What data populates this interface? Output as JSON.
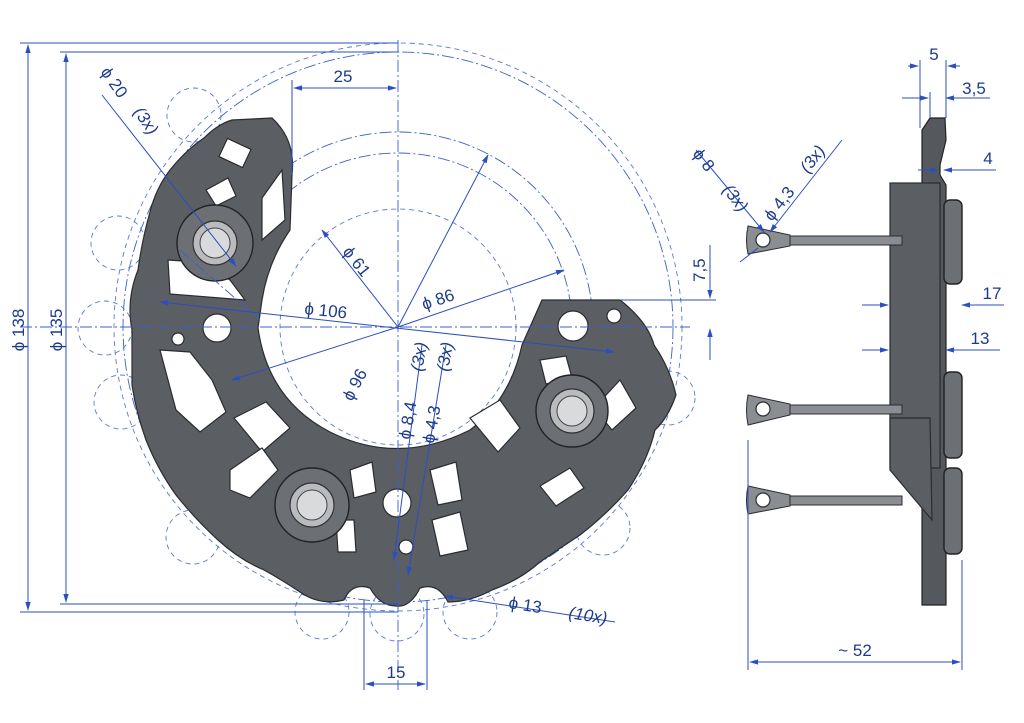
{
  "front_view": {
    "dims": {
      "d138": "ϕ 138",
      "d135": "ϕ 135",
      "d20": "ϕ 20",
      "d20_count": "(3x)",
      "w25": "25",
      "d61": "ϕ 61",
      "d106": "ϕ 106",
      "d86": "ϕ 86",
      "d96": "ϕ 96",
      "d84": "ϕ 8,4",
      "d84_count": "(3x)",
      "d43": "ϕ 4,3",
      "d43_count": "(3x)",
      "d13": "ϕ 13",
      "d13_count": "(10x)",
      "w15": "15",
      "h75": "7,5"
    }
  },
  "side_view": {
    "dims": {
      "t5": "5",
      "t35": "3,5",
      "t4": "4",
      "d8": "ϕ 8",
      "d8_count": "(3x)",
      "d43": "ϕ 4,3",
      "d43_count": "(3x)",
      "h17": "17",
      "h13": "13",
      "w52": "~ 52"
    }
  },
  "colors": {
    "dimension_line": "#2a4fc0",
    "dimension_text": "#1c3b8c",
    "part_fill": "#5b5e63"
  }
}
